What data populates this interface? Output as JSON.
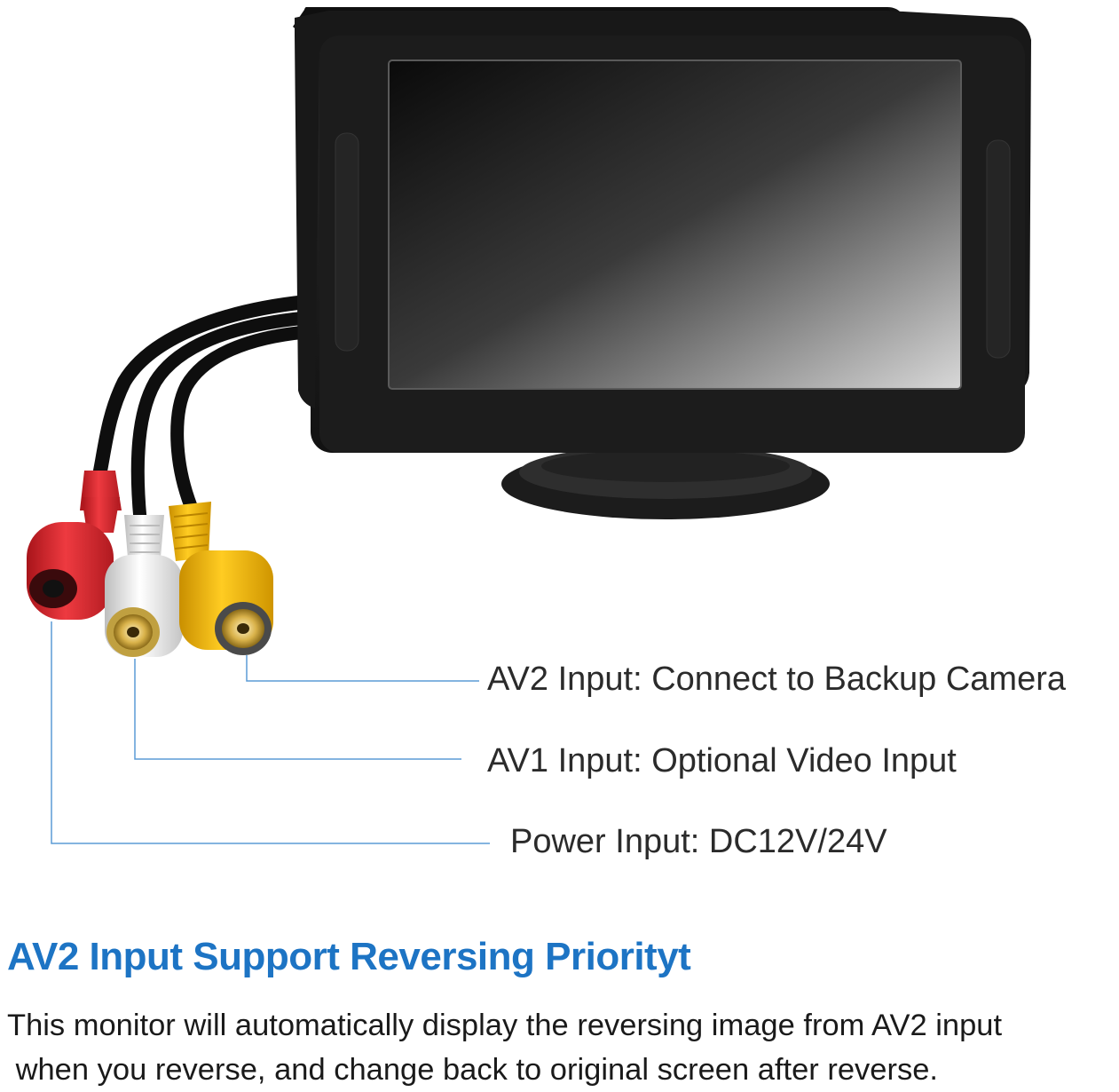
{
  "labels": {
    "av2": "AV2 Input: Connect to Backup Camera",
    "av1": "AV1 Input: Optional Video Input",
    "power": "Power Input: DC12V/24V"
  },
  "heading": "AV2 Input Support Reversing Priorityt",
  "description": {
    "line1": "This monitor will automatically display the reversing image from AV2 input",
    "line2": " when you reverse, and change back to original screen after reverse."
  },
  "colors": {
    "heading": "#1d74c4",
    "leader_line": "#5b9bd5",
    "connector_red": "#d8282e",
    "connector_white": "#e8e8e8",
    "connector_yellow": "#f0b400",
    "monitor_body": "#1b1b1b"
  }
}
